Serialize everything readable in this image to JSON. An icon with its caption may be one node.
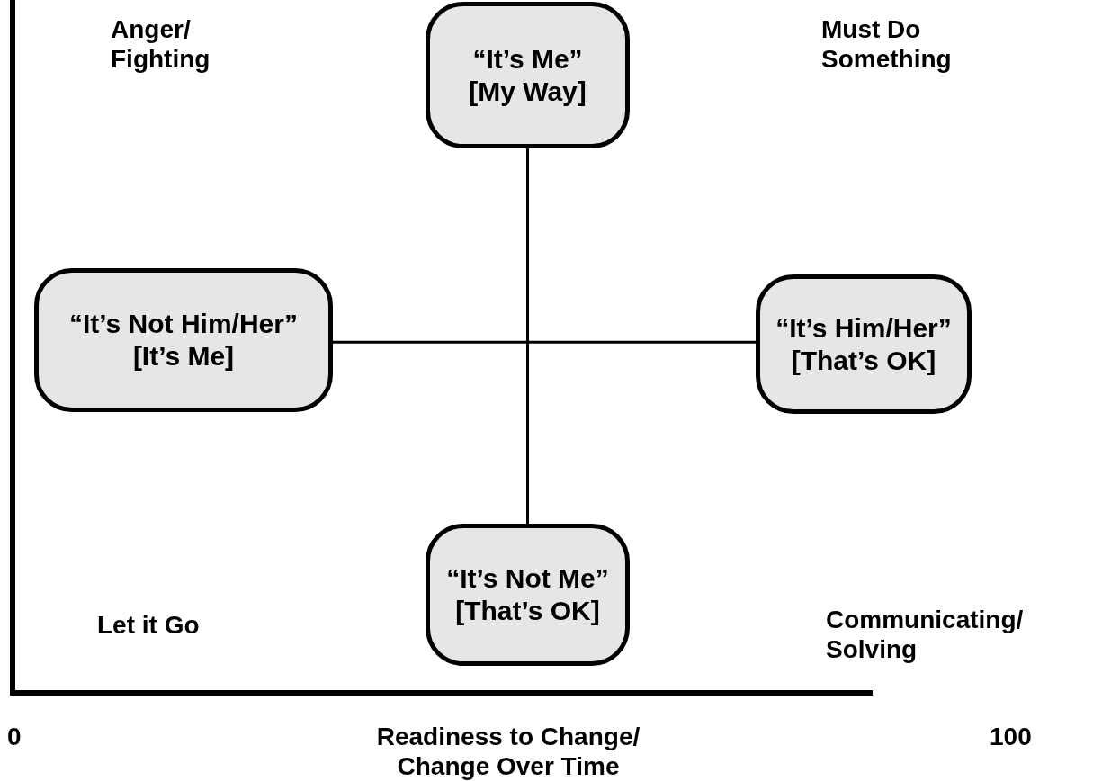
{
  "diagram": {
    "nodes": [
      {
        "text": [
          "“It’s Me”",
          "[My Way]"
        ]
      },
      {
        "text": [
          "“It’s Not Him/Her”",
          "[It’s Me]"
        ]
      },
      {
        "text": [
          "“It’s Him/Her”",
          "[That’s OK]"
        ]
      },
      {
        "text": [
          "“It’s Not Me”",
          "[That’s OK]"
        ]
      }
    ],
    "edges": [
      {
        "from": 0,
        "to": 3,
        "arrow": "none"
      },
      {
        "from": 1,
        "to": 2,
        "arrow": "none"
      }
    ],
    "labels": [
      "Anger/ Fighting",
      "Must Do Something",
      "Let it Go",
      "Communicating/ Solving",
      "0",
      "Readiness to Change/ Change Over Time",
      "100"
    ]
  }
}
